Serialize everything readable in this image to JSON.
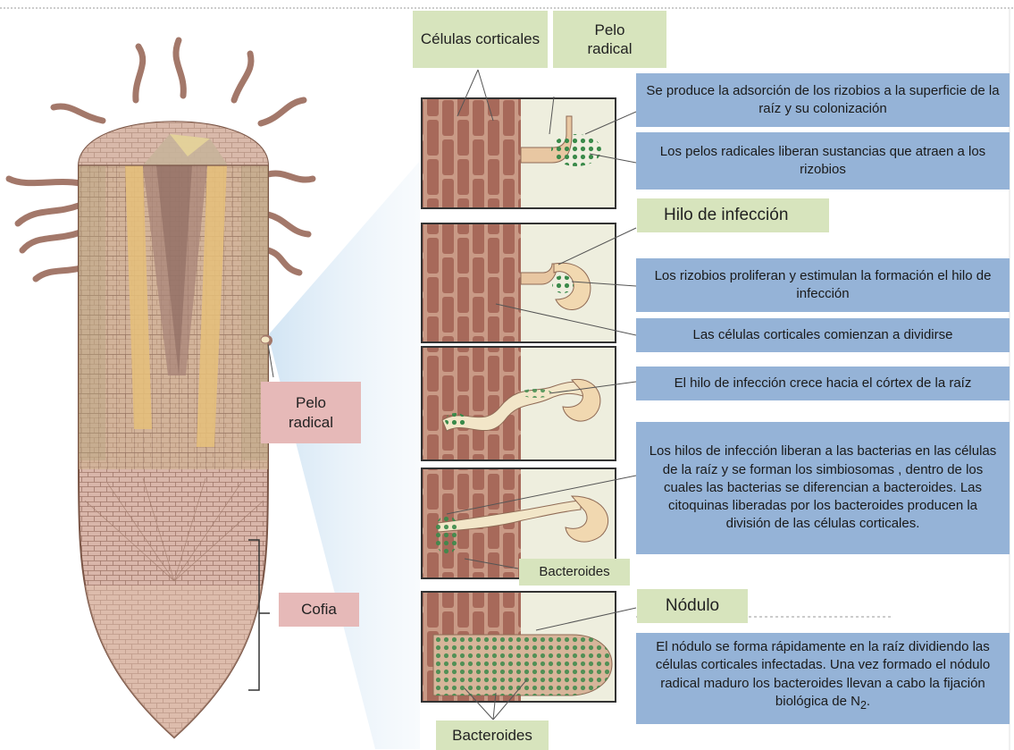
{
  "labels": {
    "celulas_corticales": "Células corticales",
    "pelo_radical_top": "Pelo radical",
    "pelo_radical_left": "Pelo radical",
    "cofia": "Cofia",
    "hilo_de_infeccion": "Hilo de infección",
    "bacteroides_mid": "Bacteroides",
    "nodulo": "Nódulo",
    "bacteroides_bottom": "Bacteroides"
  },
  "steps": [
    {
      "text": "Se produce la adsorción de los rizobios a la superficie de la raíz y su colonización"
    },
    {
      "text": "Los pelos radicales liberan sustancias que atraen a los rizobios"
    },
    {
      "text": "Los rizobios proliferan y estimulan la formación el hilo de infección"
    },
    {
      "text": "Las células corticales comienzan a dividirse"
    },
    {
      "text": "El hilo de infección crece hacia el córtex de la raíz"
    },
    {
      "text": "Los hilos de infección liberan a las bacterias en las células de la raíz y se forman los simbiosomas , dentro de los cuales las bacterias se diferencian a bacteroides. Las citoquinas liberadas por los bacteroides producen la división de las células corticales."
    },
    {
      "text_main": "El nódulo se forma rápidamente en la raíz dividiendo las células corticales infectadas. Una vez formado el nódulo radical maduro los bacteroides llevan a cabo la fijación biológica de N",
      "subscript": "2",
      "suffix": "."
    }
  ],
  "colors": {
    "green_label": "#d7e4bd",
    "pink_label": "#e6b9b8",
    "blue_box": "#95b3d7",
    "root_outline": "#7a5546",
    "panel_bg": "#eeeede"
  }
}
